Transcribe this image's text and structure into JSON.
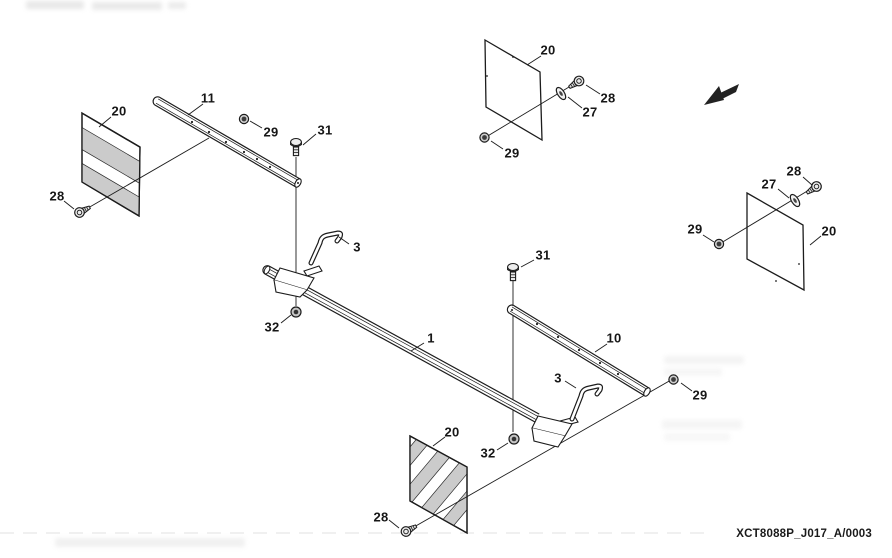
{
  "drawing_code": "XCT8088P_J017_A/0003",
  "colors": {
    "line": "#1c1c1c",
    "stripe_gray": "#cbcbcb",
    "paper": "#ffffff"
  },
  "icons": {
    "direction_arrow": "solid black arrow pointing lower-left"
  },
  "callouts": [
    {
      "item": "hazard-panel-top-left",
      "text": "20"
    },
    {
      "item": "bolt-top-left",
      "text": "28"
    },
    {
      "item": "upper-bar",
      "text": "11"
    },
    {
      "item": "nut-upper-left",
      "text": "29"
    },
    {
      "item": "shoulder-bolt-left",
      "text": "31"
    },
    {
      "item": "handle-left",
      "text": "3"
    },
    {
      "item": "nut-lower-left",
      "text": "32"
    },
    {
      "item": "main-bar",
      "text": "1"
    },
    {
      "item": "panel-top-middle",
      "text": "20"
    },
    {
      "item": "bolt-top-middle",
      "text": "28"
    },
    {
      "item": "washer-top-middle",
      "text": "27"
    },
    {
      "item": "nut-top-middle",
      "text": "29"
    },
    {
      "item": "shoulder-bolt-right",
      "text": "31"
    },
    {
      "item": "right-bar",
      "text": "10"
    },
    {
      "item": "handle-right",
      "text": "3"
    },
    {
      "item": "nut-bottom-right",
      "text": "29"
    },
    {
      "item": "nut-lower-right",
      "text": "32"
    },
    {
      "item": "hazard-panel-bottom",
      "text": "20"
    },
    {
      "item": "bolt-bottom",
      "text": "28"
    },
    {
      "item": "bolt-right-panel",
      "text": "28"
    },
    {
      "item": "washer-right-panel",
      "text": "27"
    },
    {
      "item": "nut-right-panel",
      "text": "29"
    },
    {
      "item": "panel-right",
      "text": "20"
    }
  ]
}
